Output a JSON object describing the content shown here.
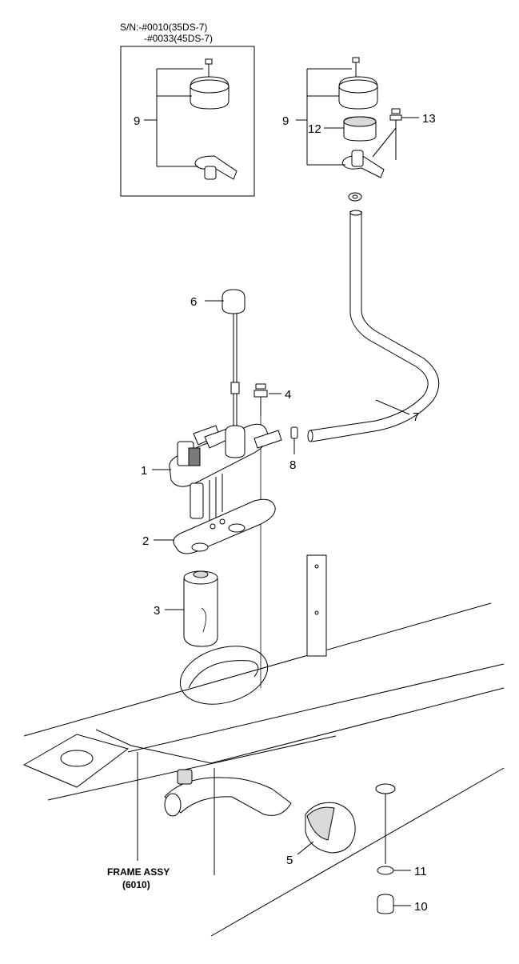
{
  "serial_note": {
    "line1": "S/N:-#0010(35DS-7)",
    "line2": "-#0033(45DS-7)"
  },
  "callouts": {
    "c1": "1",
    "c2": "2",
    "c3": "3",
    "c4": "4",
    "c5": "5",
    "c6": "6",
    "c7": "7",
    "c8": "8",
    "c9_inset": "9",
    "c9_main": "9",
    "c10": "10",
    "c11": "11",
    "c12": "12",
    "c13": "13"
  },
  "frame_assy": {
    "label": "FRAME ASSY",
    "ref": "(6010)"
  }
}
